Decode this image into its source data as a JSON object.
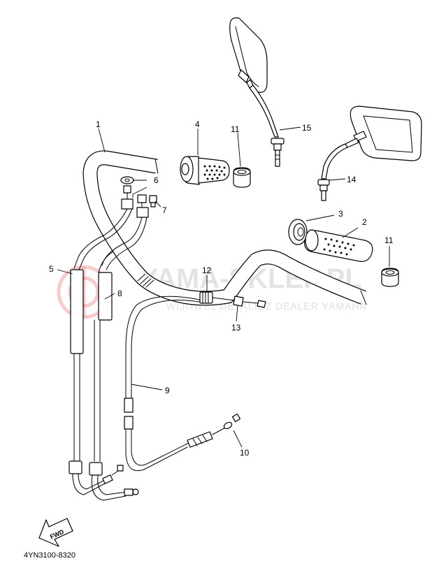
{
  "watermark": {
    "brand": "YAMA-SKLEP.PL",
    "tagline": "WIJOWEJ DETALICZ DEALER YAMAHA",
    "logo_color": "#e36b6b"
  },
  "part_labels": [
    "1",
    "2",
    "3",
    "4",
    "5",
    "6",
    "7",
    "8",
    "9",
    "10",
    "11",
    "11",
    "12",
    "13",
    "14",
    "15"
  ],
  "fwd_label": "FWD",
  "diagram_code": "4YN3100-8320"
}
